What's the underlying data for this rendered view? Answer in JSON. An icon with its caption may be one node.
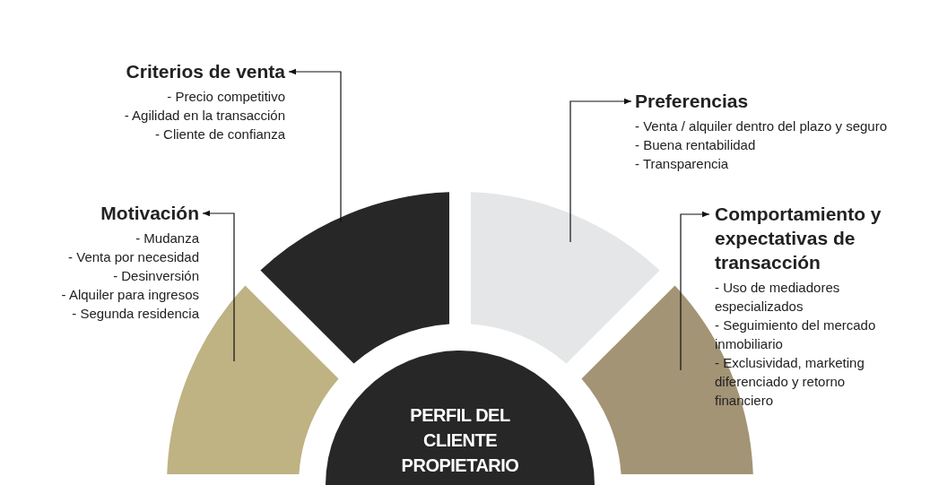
{
  "diagram": {
    "nodes": [
      {
        "text": [
          "Criterios de venta",
          "- Precio competitivo",
          "- Agilidad en la transacción",
          "- Cliente de confianza"
        ]
      },
      {
        "text": [
          "Preferencias",
          "- Venta / alquiler dentro del plazo y seguro",
          "- Buena rentabilidad",
          "- Transparencia"
        ]
      },
      {
        "text": [
          "Motivación",
          "- Mudanza",
          "- Venta por necesidad",
          "- Desinversión",
          "- Alquiler para ingresos",
          "- Segunda residencia"
        ]
      },
      {
        "text": [
          "Comportamiento y expectativas de transacción",
          "- Uso de mediadores especializados",
          "- Seguimiento del mercado inmobiliario",
          "- Exclusividad, marketing diferenciado y retorno financiero"
        ]
      },
      {
        "text": [],
        "shape": "sector"
      },
      {
        "text": [],
        "shape": "sector"
      },
      {
        "text": [],
        "shape": "sector"
      },
      {
        "text": [],
        "shape": "sector"
      },
      {
        "text": [
          "PERFIL DEL CLIENTE PROPIETARIO"
        ]
      }
    ],
    "edges": [
      {
        "from": 5,
        "to": 0,
        "arrow": "to"
      },
      {
        "from": 6,
        "to": 1,
        "arrow": "to"
      },
      {
        "from": 4,
        "to": 2,
        "arrow": "to"
      },
      {
        "from": 7,
        "to": 3,
        "arrow": "to"
      }
    ]
  }
}
